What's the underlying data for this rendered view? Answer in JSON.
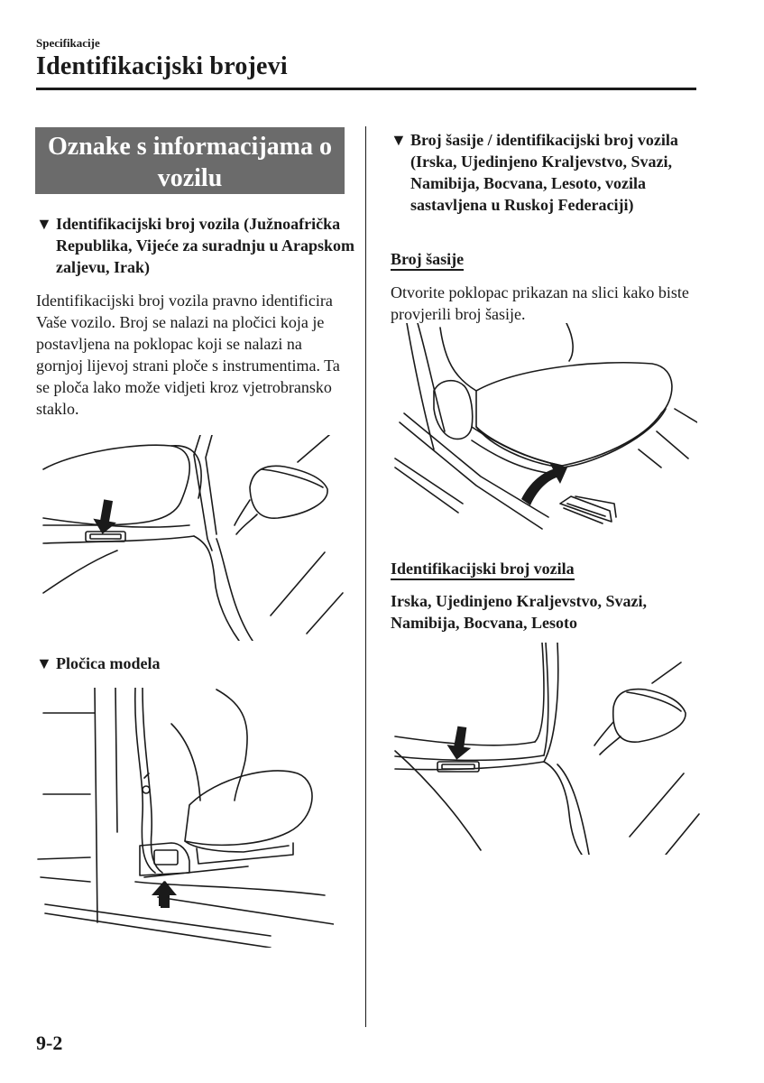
{
  "header": {
    "section": "Specifikacije",
    "title": "Identifikacijski brojevi"
  },
  "left": {
    "box_title": "Oznake s informacijama o vozilu",
    "vin_heading": "Identifikacijski broj vozila (Južnoafrička Republika, Vijeće za suradnju u Arapskom zaljevu, Irak)",
    "vin_text": "Identifikacijski broj vozila pravno identificira Vaše vozilo. Broj se nalazi na pločici koja je postavljena na poklopac koji se nalazi na gornjoj lijevoj strani ploče s instrumentima. Ta se ploča lako može vidjeti kroz vjetrobransko staklo.",
    "model_plate_heading": "Pločica modela"
  },
  "right": {
    "chassis_heading": "Broj šasije / identifikacijski broj vozila (Irska, Ujedinjeno Kraljevstvo, Svazi, Namibija, Bocvana, Lesoto, vozila sastavljena u Ruskoj Federaciji)",
    "chassis_label": "Broj šasije",
    "chassis_text": "Otvorite poklopac prikazan na slici kako biste provjerili broj šasije.",
    "vin_label": "Identifikacijski broj vozila",
    "vin_countries": "Irska, Ujedinjeno Kraljevstvo, Svazi, Namibija, Bocvana, Lesoto"
  },
  "footer": {
    "page_number": "9-2"
  },
  "icons": {
    "bullet": "black-down-triangle-icon"
  }
}
